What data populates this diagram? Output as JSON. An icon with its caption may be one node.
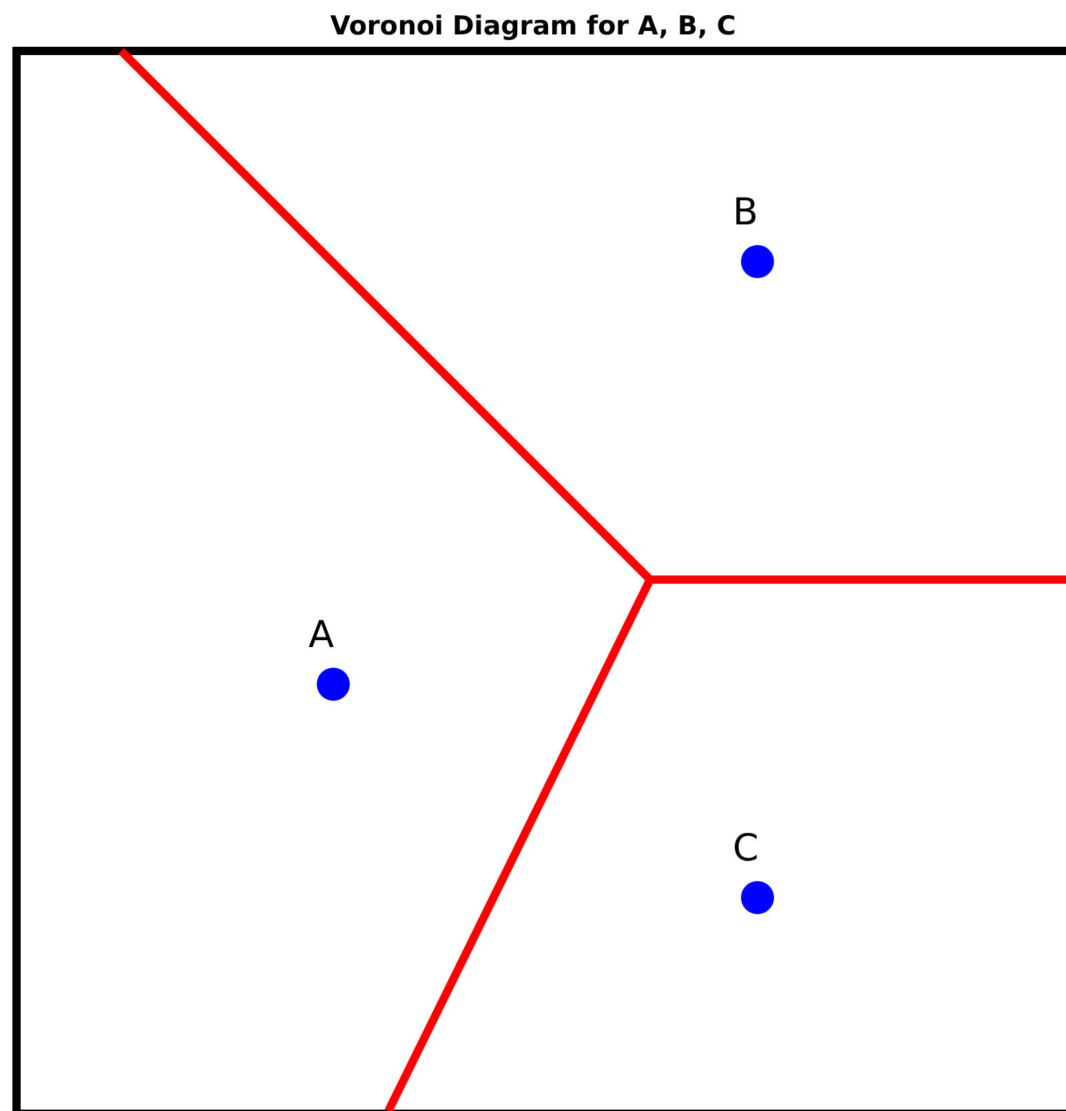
{
  "diagram": {
    "title": "Voronoi Diagram for A, B, C",
    "nodes": [
      {
        "text": [],
        "shape": "circle",
        "beside": [
          "B"
        ]
      },
      {
        "text": [],
        "shape": "circle",
        "beside": [
          "A"
        ]
      },
      {
        "text": [],
        "shape": "circle",
        "beside": [
          "C"
        ]
      }
    ]
  }
}
